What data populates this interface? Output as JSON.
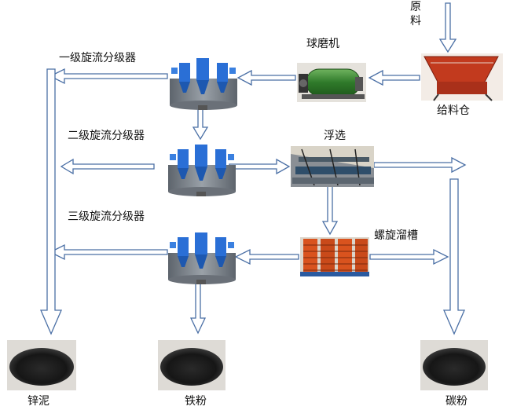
{
  "diagram": {
    "raw_material_label": "原料",
    "feeder_label": "给料仓",
    "ball_mill_label": "球磨机",
    "cyclone_1_label": "一级旋流分级器",
    "cyclone_2_label": "二级旋流分级器",
    "cyclone_3_label": "三级旋流分级器",
    "flotation_label": "浮选",
    "spiral_chute_label": "螺旋溜槽",
    "product_zinc_label": "锌泥",
    "product_iron_label": "铁粉",
    "product_carbon_label": "碳粉"
  },
  "colors": {
    "arrow_stroke": "#4a6fa5",
    "cyclone_blue": "#2a6fd6",
    "cyclone_body": "#7a8088",
    "mill_green": "#3f8a3a",
    "feeder_red": "#c23a1e",
    "spiral_orange": "#d9531e",
    "powder_dark": "#1c1c1c"
  }
}
